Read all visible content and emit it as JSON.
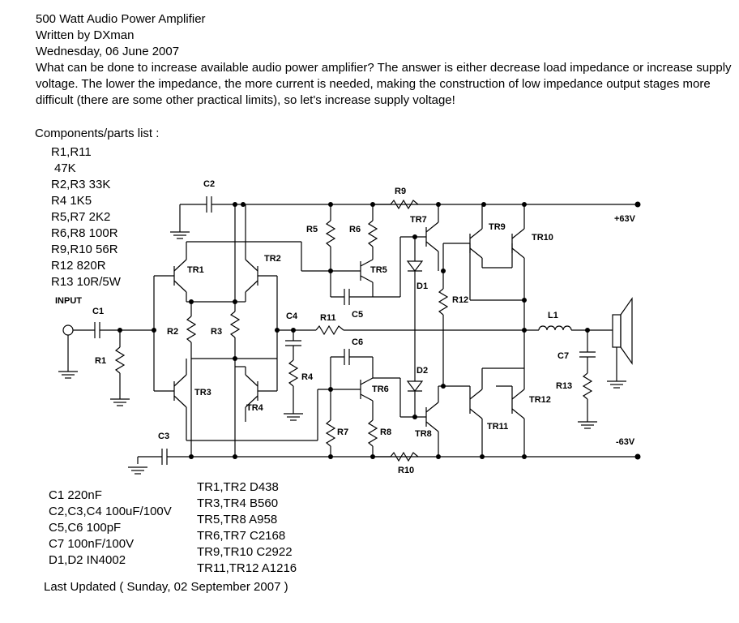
{
  "header": {
    "title": "500 Watt Audio Power Amplifier",
    "author": "Written by DXman",
    "date": "Wednesday, 06 June 2007",
    "description": "What can be done to increase available audio power amplifier? The answer is either decrease load impedance or increase supply voltage. The lower the impedance, the more current is needed, making the construction of low impedance output stages more difficult (there are some other practical limits), so let's increase supply voltage!"
  },
  "parts": {
    "heading": "Components/parts list :",
    "resistors": [
      "R1,R11",
      "47K",
      "R2,R3  33K",
      "R4  1K5",
      "R5,R7  2K2",
      "R6,R8  100R",
      "R9,R10  56R",
      "R12  820R",
      "R13  10R/5W"
    ],
    "capacitors": [
      "C1  220nF",
      "C2,C3,C4  100uF/100V",
      "C5,C6  100pF",
      "C7  100nF/100V",
      "D1,D2  IN4002"
    ],
    "transistors": [
      "TR1,TR2  D438",
      "TR3,TR4  B560",
      "TR5,TR8  A958",
      "TR6,TR7  C2168",
      "TR9,TR10  C2922",
      "TR11,TR12  A1216"
    ]
  },
  "footer": {
    "updated": "Last Updated ( Sunday, 02 September 2007 )"
  },
  "schematic": {
    "labels": {
      "input": "INPUT",
      "pos_rail": "+63V",
      "neg_rail": "-63V",
      "c1": "C1",
      "c2": "C2",
      "c3": "C3",
      "c4": "C4",
      "c5": "C5",
      "c6": "C6",
      "c7": "C7",
      "r1": "R1",
      "r2": "R2",
      "r3": "R3",
      "r4": "R4",
      "r5": "R5",
      "r6": "R6",
      "r7": "R7",
      "r8": "R8",
      "r9": "R9",
      "r10": "R10",
      "r11": "R11",
      "r12": "R12",
      "r13": "R13",
      "tr1": "TR1",
      "tr2": "TR2",
      "tr3": "TR3",
      "tr4": "TR4",
      "tr5": "TR5",
      "tr6": "TR6",
      "tr7": "TR7",
      "tr8": "TR8",
      "tr9": "TR9",
      "tr10": "TR10",
      "tr11": "TR11",
      "tr12": "TR12",
      "d1": "D1",
      "d2": "D2",
      "l1": "L1"
    }
  }
}
